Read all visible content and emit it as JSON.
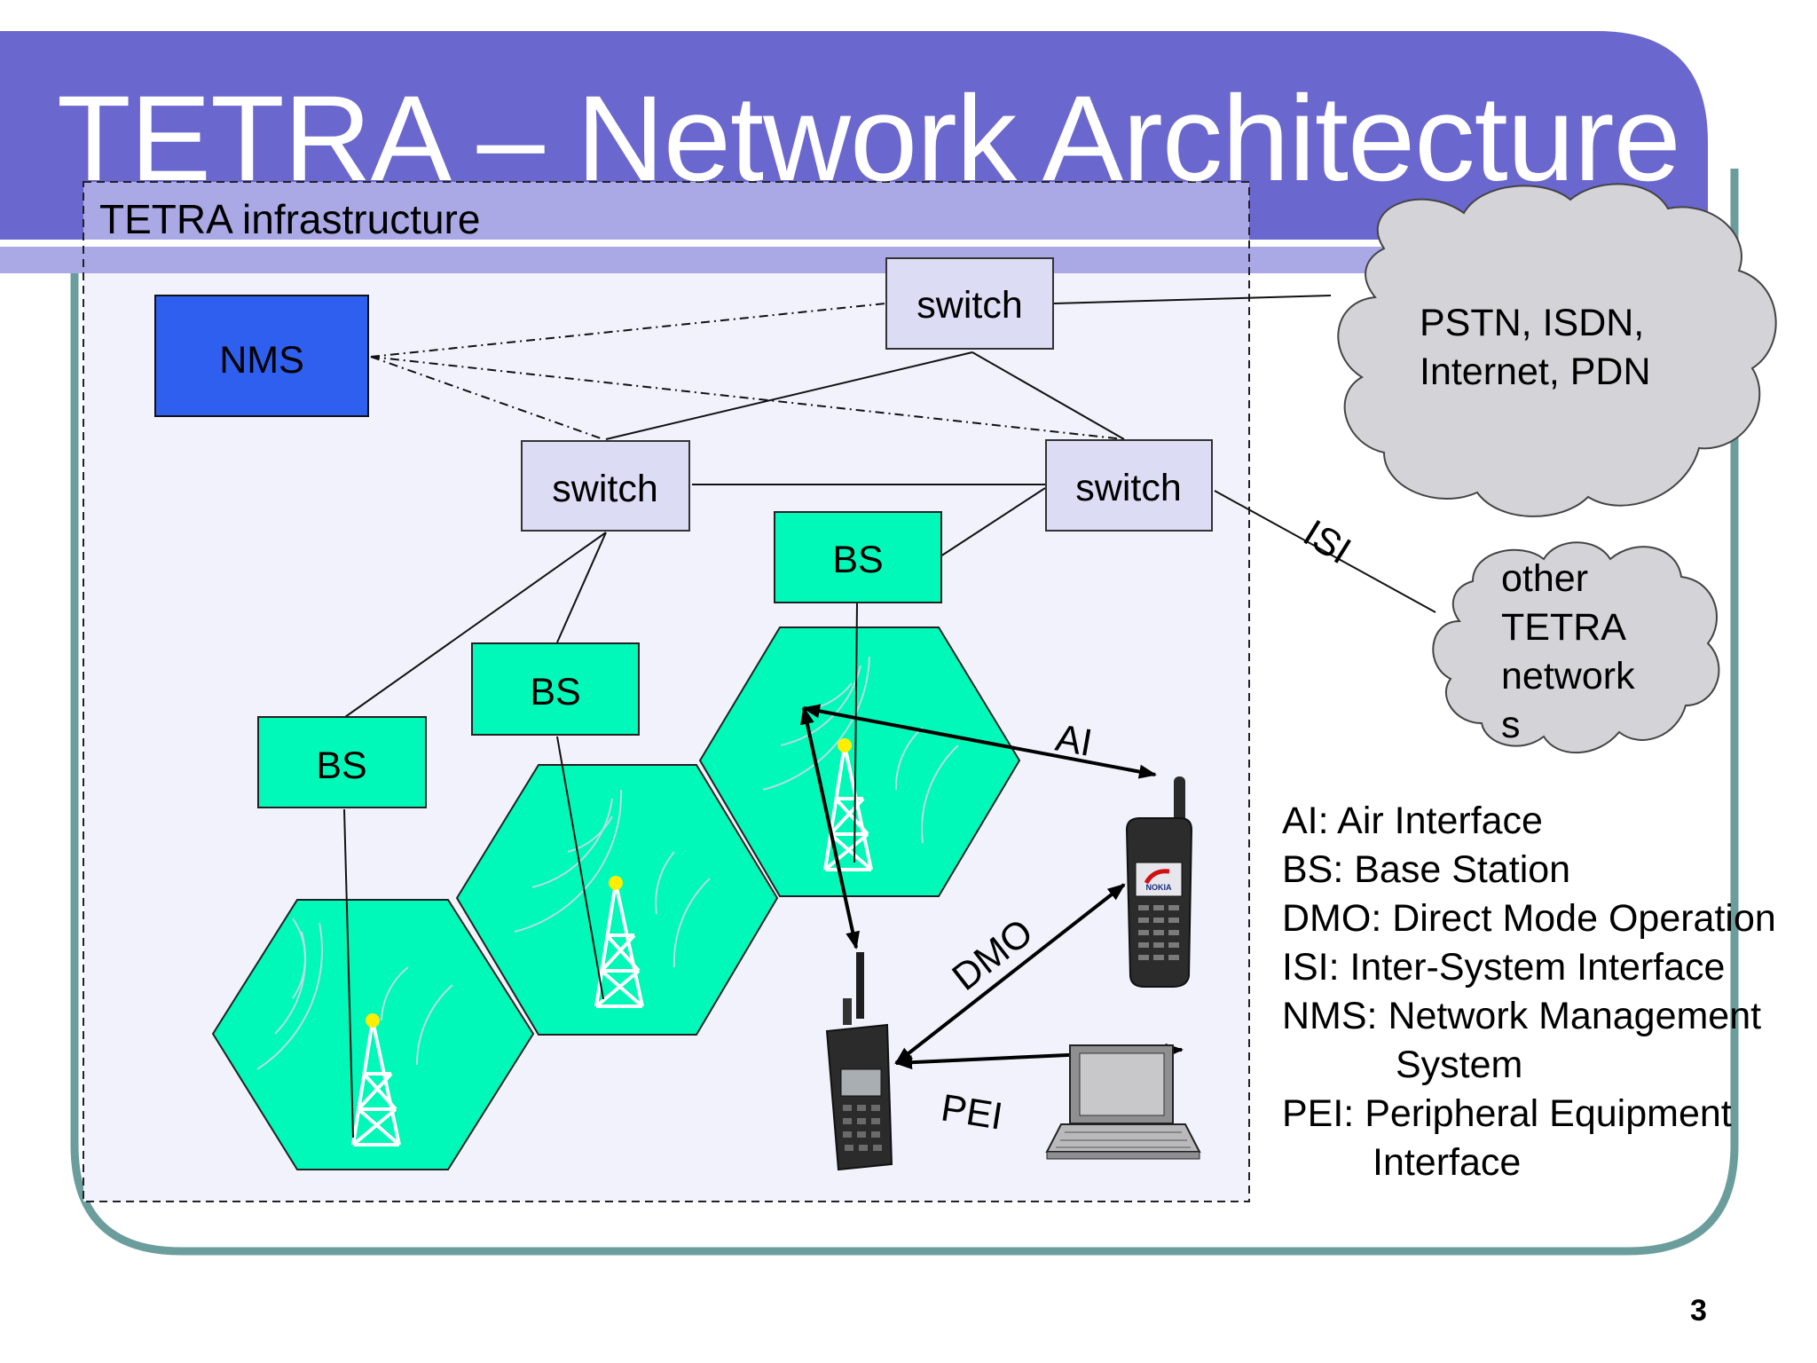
{
  "title": "TETRA – Network Architecture",
  "infrastructure_label": "TETRA infrastructure",
  "nodes": {
    "nms": "NMS",
    "switch_top": "switch",
    "switch_left": "switch",
    "switch_right": "switch",
    "bs_1": "BS",
    "bs_2": "BS",
    "bs_3": "BS"
  },
  "clouds": {
    "pstn": [
      "PSTN, ISDN,",
      "Internet, PDN"
    ],
    "other_tetra": [
      "other",
      "TETRA",
      "network",
      "s"
    ]
  },
  "link_labels": {
    "isi": "ISI",
    "ai": "AI",
    "dmo": "DMO",
    "pei": "PEI"
  },
  "legend": {
    "ai": "AI: Air Interface",
    "bs": "BS: Base Station",
    "dmo": "DMO: Direct Mode Operation",
    "isi": "ISI: Inter-System Interface",
    "nms_line1": "NMS: Network Management",
    "nms_line2": "System",
    "pei_line1": "PEI: Peripheral Equipment",
    "pei_line2": "Interface"
  },
  "phone_brand": "NOKIA",
  "page_number": "3",
  "colors": {
    "title_bar": "#6a67cf",
    "title_bar_light": "#aaa9e6",
    "frame": "#6a9d9c",
    "infra_bg": "#f1f2fc",
    "nms_fill": "#2e5fef",
    "switch_fill": "#dcdcf4",
    "bs_fill": "#00f9b8",
    "cloud_fill": "#d4d4d8"
  },
  "icons": {
    "base_station": "radio-tower-icon",
    "handheld_radio": "walkie-talkie-icon",
    "mobile_phone": "mobile-phone-icon",
    "laptop": "laptop-icon"
  }
}
